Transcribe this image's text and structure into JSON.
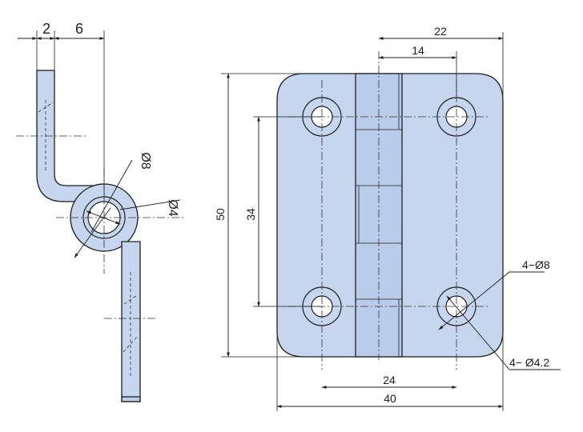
{
  "side_view": {
    "dim_thickness": "2",
    "dim_offset": "6",
    "dim_pin_outer": "Ø8",
    "dim_pin_inner": "Ø4"
  },
  "front_view": {
    "dim_overall_width": "40",
    "dim_hole_pitch_horizontal": "24",
    "dim_knuckle_width": "22",
    "dim_knuckle_inner": "14",
    "dim_overall_height": "50",
    "dim_hole_pitch_vertical": "34",
    "callout_counterbore": "4−Ø8",
    "callout_hole": "4− Ø4.2"
  },
  "colors": {
    "part_fill": "#c5d6ee",
    "outline": "#1e1e1e"
  }
}
